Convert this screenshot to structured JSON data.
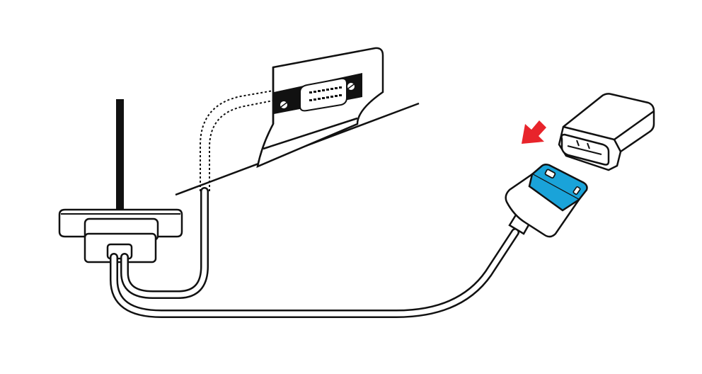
{
  "diagram": {
    "colors": {
      "stroke": "#111111",
      "fill": "#ffffff",
      "accent_connector": "#1aa3d9",
      "arrow": "#e8242b"
    },
    "parts": [
      {
        "id": "vehicle-obd-port",
        "icon": "obd-port-icon"
      },
      {
        "id": "mounting-plate",
        "icon": "mount-bracket-icon"
      },
      {
        "id": "y-splitter-cable",
        "icon": "cable-icon"
      },
      {
        "id": "blue-obd-connector",
        "icon": "obd-plug-icon"
      },
      {
        "id": "obd-dongle",
        "icon": "obd-dongle-icon"
      },
      {
        "id": "insert-arrow",
        "icon": "arrow-icon"
      }
    ]
  }
}
